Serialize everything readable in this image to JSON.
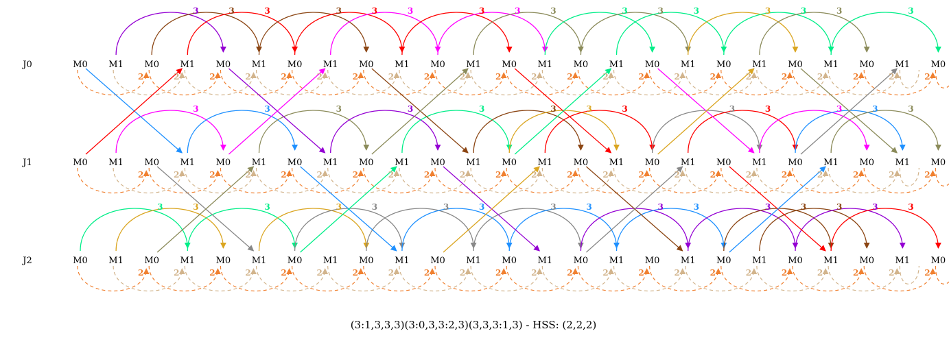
{
  "caption": "(3:1,3,3,3)(3:0,3,3:2,3)(3,3,3:1,3) - HSS: (2,2,2)",
  "jugglers": [
    "J0",
    "J1",
    "J2"
  ],
  "beats": [
    [
      "M0",
      "M1",
      "M0",
      "M1",
      "M0",
      "M1",
      "M0",
      "M1",
      "M0",
      "M1",
      "M0",
      "M1",
      "M0",
      "M1",
      "M0",
      "M1",
      "M0",
      "M1",
      "M0",
      "M1",
      "M0",
      "M1",
      "M0",
      "M1",
      "M0"
    ],
    [
      "M0",
      "M1",
      "M0",
      "M1",
      "M0",
      "M1",
      "M0",
      "M1",
      "M0",
      "M1",
      "M0",
      "M1",
      "M0",
      "M1",
      "M0",
      "M1",
      "M0",
      "M1",
      "M0",
      "M1",
      "M0",
      "M1",
      "M0",
      "M1",
      "M0"
    ],
    [
      "M0",
      "M1",
      "M0",
      "M1",
      "M0",
      "M1",
      "M0",
      "M1",
      "M0",
      "M1",
      "M0",
      "M1",
      "M0",
      "M1",
      "M0",
      "M1",
      "M0",
      "M1",
      "M0",
      "M1",
      "M0",
      "M1",
      "M0",
      "M1",
      "M0"
    ]
  ],
  "throw_label": "3",
  "hold_label": "2",
  "colors": {
    "hold_right": "#f08030",
    "hold_left": "#d2b48c",
    "palette": [
      "#9400d3",
      "#8b4513",
      "#ff0000",
      "#ff00ff",
      "#8b8b5a",
      "#00ee88",
      "#daa520",
      "#888888",
      "#1e90ff"
    ]
  }
}
